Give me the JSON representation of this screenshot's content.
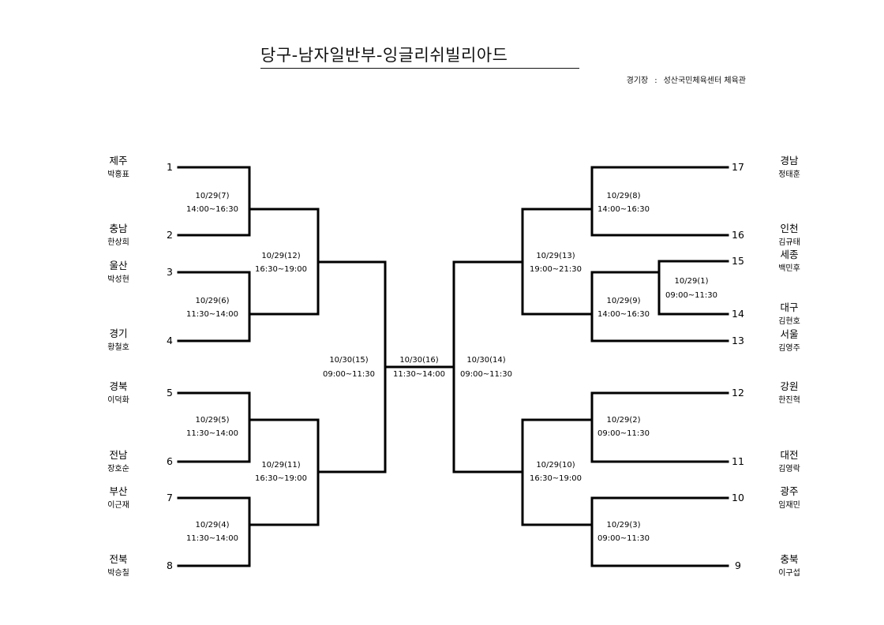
{
  "title": "당구-남자일반부-잉글리쉬빌리아드",
  "venue": {
    "label": "경기장",
    "separator": ":",
    "name": "성산국민체육센터",
    "hall": "체육관"
  },
  "teams": [
    {
      "seed": "1",
      "province": "제주",
      "player": "박홍표"
    },
    {
      "seed": "2",
      "province": "충남",
      "player": "한상희"
    },
    {
      "seed": "3",
      "province": "울산",
      "player": "박성현"
    },
    {
      "seed": "4",
      "province": "경기",
      "player": "황철호"
    },
    {
      "seed": "5",
      "province": "경북",
      "player": "이덕화"
    },
    {
      "seed": "6",
      "province": "전남",
      "player": "장호순"
    },
    {
      "seed": "7",
      "province": "부산",
      "player": "이근재"
    },
    {
      "seed": "8",
      "province": "전북",
      "player": "박승칠"
    },
    {
      "seed": "17",
      "province": "경남",
      "player": "정태훈"
    },
    {
      "seed": "16",
      "province": "인천",
      "player": "김규태"
    },
    {
      "seed": "15",
      "province": "세종",
      "player": "백민후"
    },
    {
      "seed": "14",
      "province": "대구",
      "player": "김현호"
    },
    {
      "seed": "13",
      "province": "서울",
      "player": "김영주"
    },
    {
      "seed": "12",
      "province": "강원",
      "player": "한진혁"
    },
    {
      "seed": "11",
      "province": "대전",
      "player": "김영락"
    },
    {
      "seed": "10",
      "province": "광주",
      "player": "임재민"
    },
    {
      "seed": "9",
      "province": "충북",
      "player": "이구섭"
    }
  ],
  "matches": [
    {
      "date": "10/29(7)",
      "time": "14:00~16:30"
    },
    {
      "date": "10/29(6)",
      "time": "11:30~14:00"
    },
    {
      "date": "10/29(5)",
      "time": "11:30~14:00"
    },
    {
      "date": "10/29(4)",
      "time": "11:30~14:00"
    },
    {
      "date": "10/29(12)",
      "time": "16:30~19:00"
    },
    {
      "date": "10/29(11)",
      "time": "16:30~19:00"
    },
    {
      "date": "10/30(15)",
      "time": "09:00~11:30"
    },
    {
      "date": "10/30(16)",
      "time": "11:30~14:00"
    },
    {
      "date": "10/30(14)",
      "time": "09:00~11:30"
    },
    {
      "date": "10/29(13)",
      "time": "19:00~21:30"
    },
    {
      "date": "10/29(10)",
      "time": "16:30~19:00"
    },
    {
      "date": "10/29(8)",
      "time": "14:00~16:30"
    },
    {
      "date": "10/29(1)",
      "time": "09:00~11:30"
    },
    {
      "date": "10/29(9)",
      "time": "14:00~16:30"
    },
    {
      "date": "10/29(2)",
      "time": "09:00~11:30"
    },
    {
      "date": "10/29(3)",
      "time": "09:00~11:30"
    }
  ]
}
